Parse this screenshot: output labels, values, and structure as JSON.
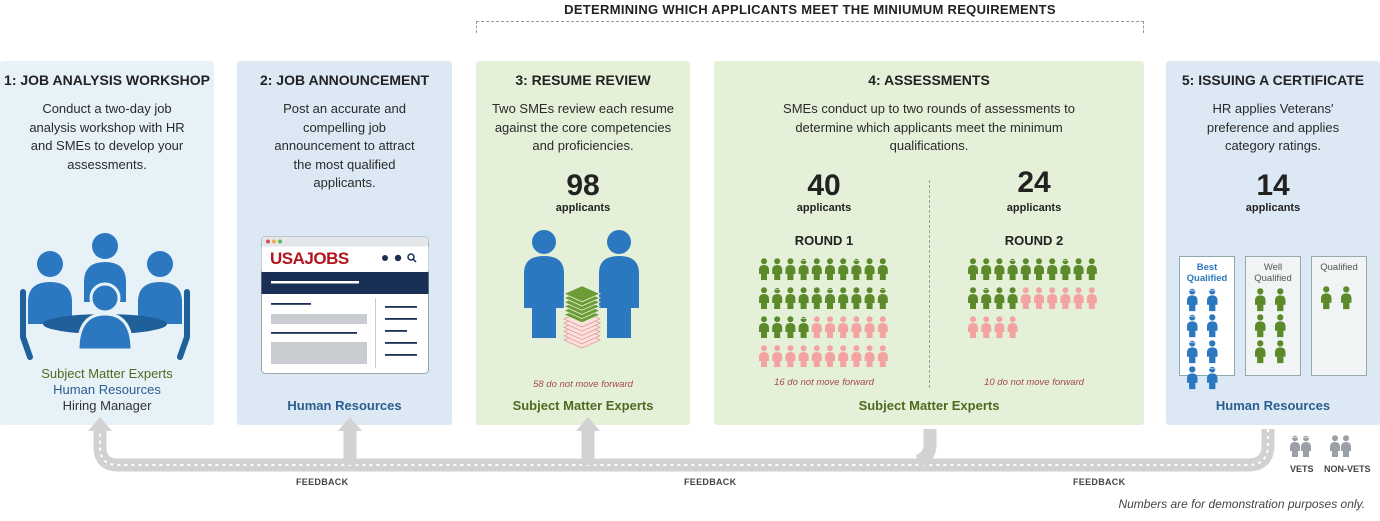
{
  "header": {
    "title": "DETERMINING WHICH APPLICANTS MEET THE MINIUMUM REQUIREMENTS"
  },
  "steps": [
    {
      "title": "1: JOB ANALYSIS WORKSHOP",
      "description": "Conduct a two-day job analysis workshop with HR and SMEs to develop your assessments.",
      "roles": [
        "Subject Matter Experts",
        "Human Resources",
        "Hiring Manager"
      ]
    },
    {
      "title": "2: JOB ANNOUNCEMENT",
      "description": "Post an accurate and compelling job announcement to attract the most qualified applicants.",
      "roles": [
        "Human Resources"
      ],
      "site_logo": "USAJOBS"
    },
    {
      "title": "3: RESUME REVIEW",
      "description": "Two SMEs review each resume against the core competencies and proficiencies.",
      "count": "98",
      "count_label": "applicants",
      "not_forward": "58 do not move forward",
      "roles": [
        "Subject Matter Experts"
      ]
    },
    {
      "title": "4: ASSESSMENTS",
      "description": "SMEs conduct up to two rounds of assessments to determine which applicants meet the minimum qualifications.",
      "rounds": [
        {
          "count": "40",
          "count_label": "applicants",
          "label": "ROUND 1",
          "not_forward": "16 do not move forward",
          "passed": 24,
          "failed": 16
        },
        {
          "count": "24",
          "count_label": "applicants",
          "label": "ROUND 2",
          "not_forward": "10 do not move forward",
          "passed": 14,
          "failed": 10
        }
      ],
      "roles": [
        "Subject Matter Experts"
      ]
    },
    {
      "title": "5: ISSUING A CERTIFICATE",
      "description": "HR applies Veterans' preference and applies category ratings.",
      "count": "14",
      "count_label": "applicants",
      "categories": [
        {
          "name": "Best Qualified",
          "vets": 4,
          "nonvets": 4
        },
        {
          "name": "Well Qualified",
          "vets": 0,
          "nonvets": 6
        },
        {
          "name": "Qualified",
          "vets": 0,
          "nonvets": 2
        }
      ],
      "roles": [
        "Human Resources"
      ]
    }
  ],
  "feedback_labels": [
    "FEEDBACK",
    "FEEDBACK",
    "FEEDBACK"
  ],
  "legend": {
    "vets": "VETS",
    "nonvets": "NON-VETS"
  },
  "note": "Numbers are for demonstration purposes only.",
  "colors": {
    "blue_person": "#2b78c0",
    "green_person": "#5c8a2a",
    "pink_person": "#f4a3a3",
    "usajobs_red": "#b3151e",
    "usajobs_navy": "#1a2f55"
  }
}
